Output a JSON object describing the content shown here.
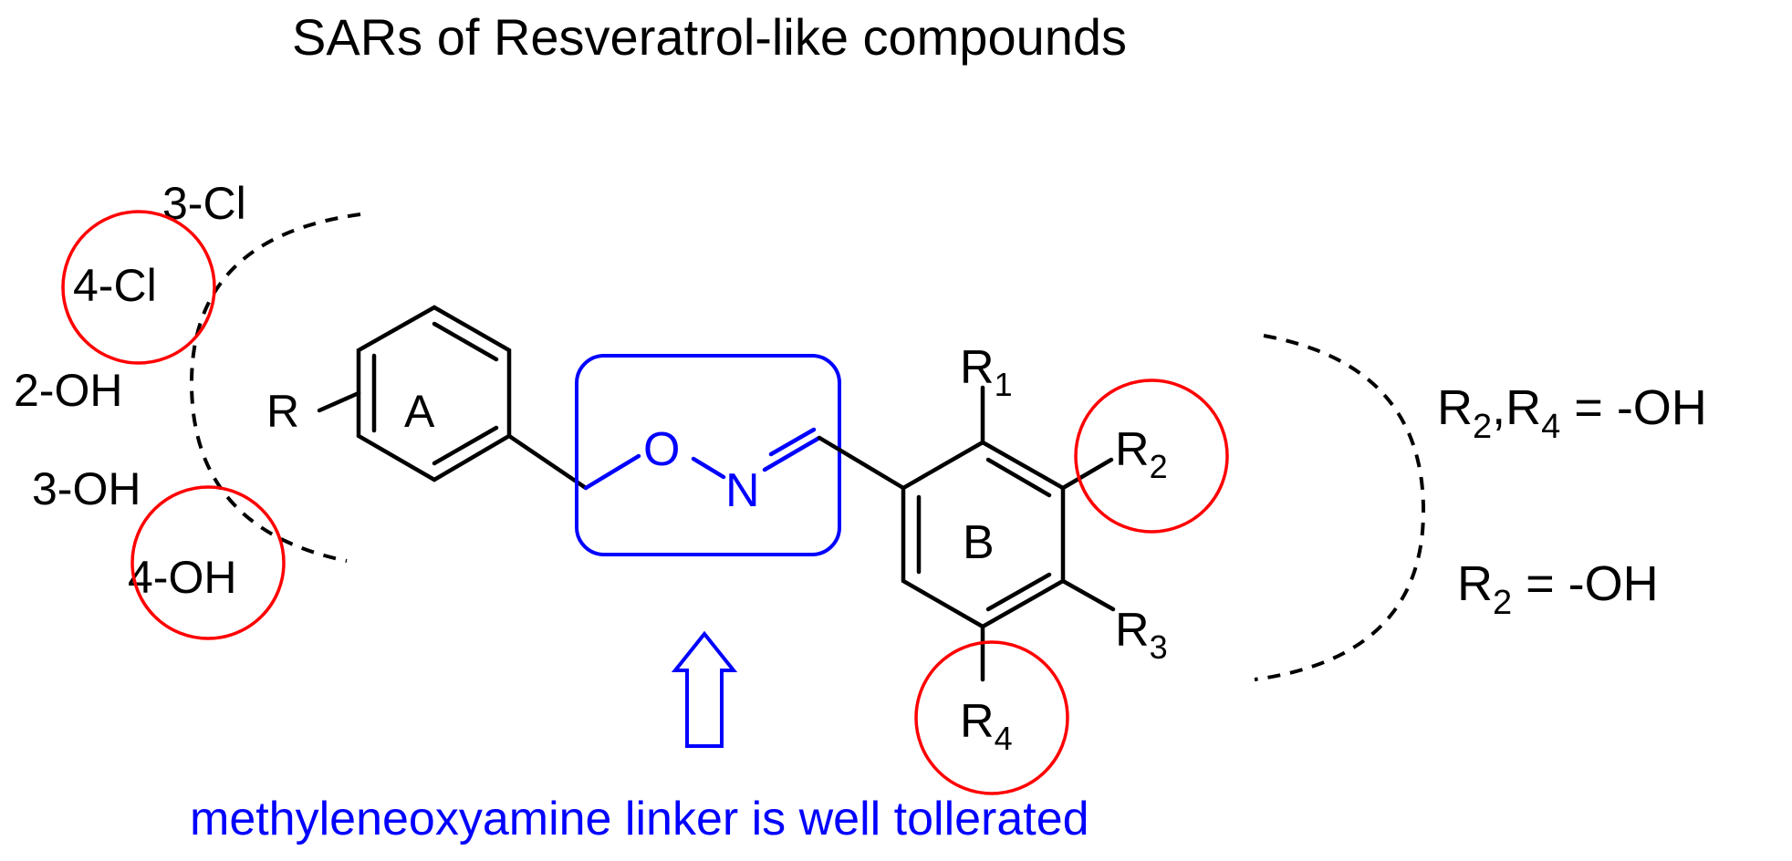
{
  "title": "SARs of Resveratrol-like compounds",
  "substituents_a": {
    "cl3": "3-Cl",
    "cl4": "4-Cl",
    "oh2": "2-OH",
    "oh3": "3-OH",
    "oh4": "4-OH"
  },
  "ring_a": {
    "r_label": "R",
    "ring_label": "A"
  },
  "linker": {
    "o_label": "O",
    "n_label": "N"
  },
  "ring_b": {
    "ring_label": "B",
    "r1_label": "R",
    "r1_sub": "1",
    "r2_label": "R",
    "r2_sub": "2",
    "r3_label": "R",
    "r3_sub": "3",
    "r4_label": "R",
    "r4_sub": "4"
  },
  "conditions": {
    "line1_r": "R",
    "line1_sub2": "2",
    "line1_sep": ",R",
    "line1_sub4": "4",
    "line1_value": " = -OH",
    "line2_r": "R",
    "line2_sub2": "2",
    "line2_value": " = -OH"
  },
  "caption": "methyleneoxyamine linker is well tollerated",
  "colors": {
    "highlight_circle": "#ff0000",
    "linker_box": "#0000ff",
    "caption": "#0000ff",
    "structure": "#000000"
  }
}
